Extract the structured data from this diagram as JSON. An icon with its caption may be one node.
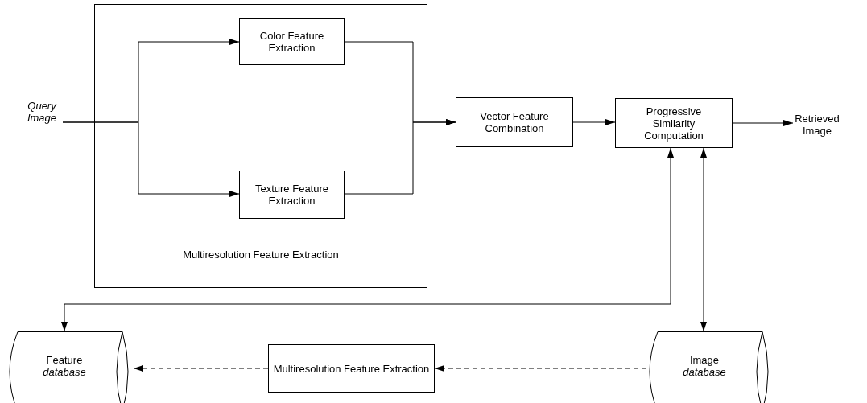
{
  "diagram": {
    "nodes": [
      {
        "text": [
          "Query Image"
        ]
      },
      {
        "text": [
          "Multiresolution Feature Extraction"
        ]
      },
      {
        "text": [
          "Color Feature Extraction"
        ],
        "in": 1
      },
      {
        "text": [
          "Texture Feature Extraction"
        ],
        "in": 1
      },
      {
        "text": [
          "Vector Feature Combination"
        ]
      },
      {
        "text": [
          "Progressive Similarity Computation"
        ]
      },
      {
        "text": [
          "Retrieved Image"
        ]
      },
      {
        "text": [
          "Feature *database*"
        ]
      },
      {
        "text": [
          "Multiresolution Feature Extraction"
        ]
      },
      {
        "text": [
          "Image *database*"
        ]
      }
    ],
    "edges": [
      {
        "from": 0,
        "to": 2,
        "arrow": "to"
      },
      {
        "from": 0,
        "to": 3,
        "arrow": "to"
      },
      {
        "from": 2,
        "to": 4,
        "arrow": "to"
      },
      {
        "from": 3,
        "to": 4,
        "arrow": "to"
      },
      {
        "from": 4,
        "to": 5,
        "arrow": "to"
      },
      {
        "from": 5,
        "to": 6,
        "arrow": "to"
      },
      {
        "from": 5,
        "to": 7,
        "arrow": "both"
      },
      {
        "from": 5,
        "to": 9,
        "arrow": "both"
      },
      {
        "from": 9,
        "to": 8,
        "arrow": "to",
        "style": "dashed"
      },
      {
        "from": 8,
        "to": 7,
        "arrow": "to",
        "style": "dashed"
      }
    ]
  }
}
